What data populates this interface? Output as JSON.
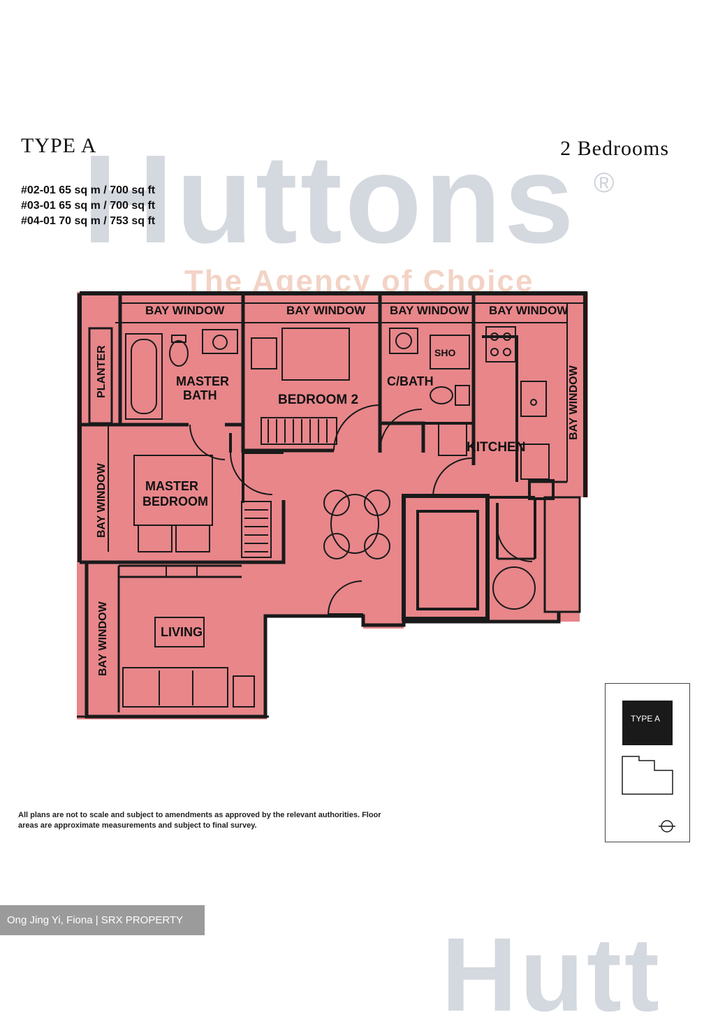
{
  "header": {
    "unit_type": "TYPE A",
    "bedrooms": "2 Bedrooms",
    "areas": [
      "#02-01 65 sq m / 700 sq ft",
      "#03-01 65 sq m / 700 sq ft",
      "#04-01 70 sq m / 753 sq ft"
    ]
  },
  "watermark": {
    "brand": "Huttons",
    "registered": "®",
    "tagline": "The Agency of Choice",
    "bottom_fragment": "Hutt"
  },
  "plan": {
    "fill_color": "#e8868a",
    "wall_color": "#1a1a1a",
    "labels": {
      "bay_window_1": "BAY WINDOW",
      "bay_window_2": "BAY WINDOW",
      "bay_window_3": "BAY WINDOW",
      "bay_window_4": "BAY WINDOW",
      "bay_window_right": "BAY WINDOW",
      "bay_window_left_upper": "BAY WINDOW",
      "bay_window_left_lower": "BAY WINDOW",
      "planter": "PLANTER",
      "master_bath_1": "MASTER",
      "master_bath_2": "BATH",
      "bedroom_2": "BEDROOM 2",
      "c_bath": "C/BATH",
      "sho": "SHO",
      "kitchen": "KITCHEN",
      "master_bedroom_1": "MASTER",
      "master_bedroom_2": "BEDROOM",
      "living": "LIVING"
    }
  },
  "keyplan": {
    "label": "TYPE A"
  },
  "disclaimer": "All plans are not to scale and subject to amendments as approved by the relevant authorities. Floor areas are approximate measurements and subject to final survey.",
  "credit": "Ong Jing Yi, Fiona | SRX PROPERTY"
}
